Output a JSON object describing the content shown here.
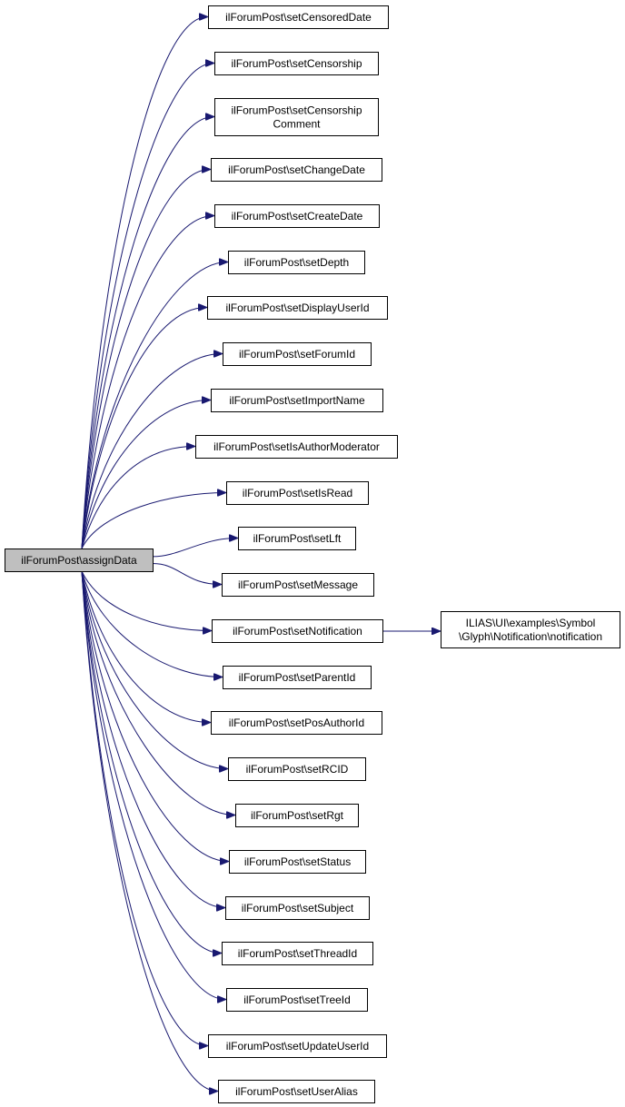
{
  "colors": {
    "edge": "#191970",
    "node_border": "#000000",
    "node_fill": "#ffffff",
    "root_fill": "#bfbfbf",
    "background": "#ffffff"
  },
  "root": {
    "label": "ilForumPost\\assignData"
  },
  "callees": [
    {
      "lines": [
        "ilForumPost\\setCensoredDate"
      ]
    },
    {
      "lines": [
        "ilForumPost\\setCensorship"
      ]
    },
    {
      "lines": [
        "ilForumPost\\setCensorship",
        "Comment"
      ]
    },
    {
      "lines": [
        "ilForumPost\\setChangeDate"
      ]
    },
    {
      "lines": [
        "ilForumPost\\setCreateDate"
      ]
    },
    {
      "lines": [
        "ilForumPost\\setDepth"
      ]
    },
    {
      "lines": [
        "ilForumPost\\setDisplayUserId"
      ]
    },
    {
      "lines": [
        "ilForumPost\\setForumId"
      ]
    },
    {
      "lines": [
        "ilForumPost\\setImportName"
      ]
    },
    {
      "lines": [
        "ilForumPost\\setIsAuthorModerator"
      ]
    },
    {
      "lines": [
        "ilForumPost\\setIsRead"
      ]
    },
    {
      "lines": [
        "ilForumPost\\setLft"
      ]
    },
    {
      "lines": [
        "ilForumPost\\setMessage"
      ]
    },
    {
      "lines": [
        "ilForumPost\\setNotification"
      ]
    },
    {
      "lines": [
        "ilForumPost\\setParentId"
      ]
    },
    {
      "lines": [
        "ilForumPost\\setPosAuthorId"
      ]
    },
    {
      "lines": [
        "ilForumPost\\setRCID"
      ]
    },
    {
      "lines": [
        "ilForumPost\\setRgt"
      ]
    },
    {
      "lines": [
        "ilForumPost\\setStatus"
      ]
    },
    {
      "lines": [
        "ilForumPost\\setSubject"
      ]
    },
    {
      "lines": [
        "ilForumPost\\setThreadId"
      ]
    },
    {
      "lines": [
        "ilForumPost\\setTreeId"
      ]
    },
    {
      "lines": [
        "ilForumPost\\setUpdateUserId"
      ]
    },
    {
      "lines": [
        "ilForumPost\\setUserAlias"
      ]
    }
  ],
  "external": {
    "lines": [
      "ILIAS\\UI\\examples\\Symbol",
      "\\Glyph\\Notification\\notification"
    ],
    "called_by": "ilForumPost\\setNotification"
  }
}
